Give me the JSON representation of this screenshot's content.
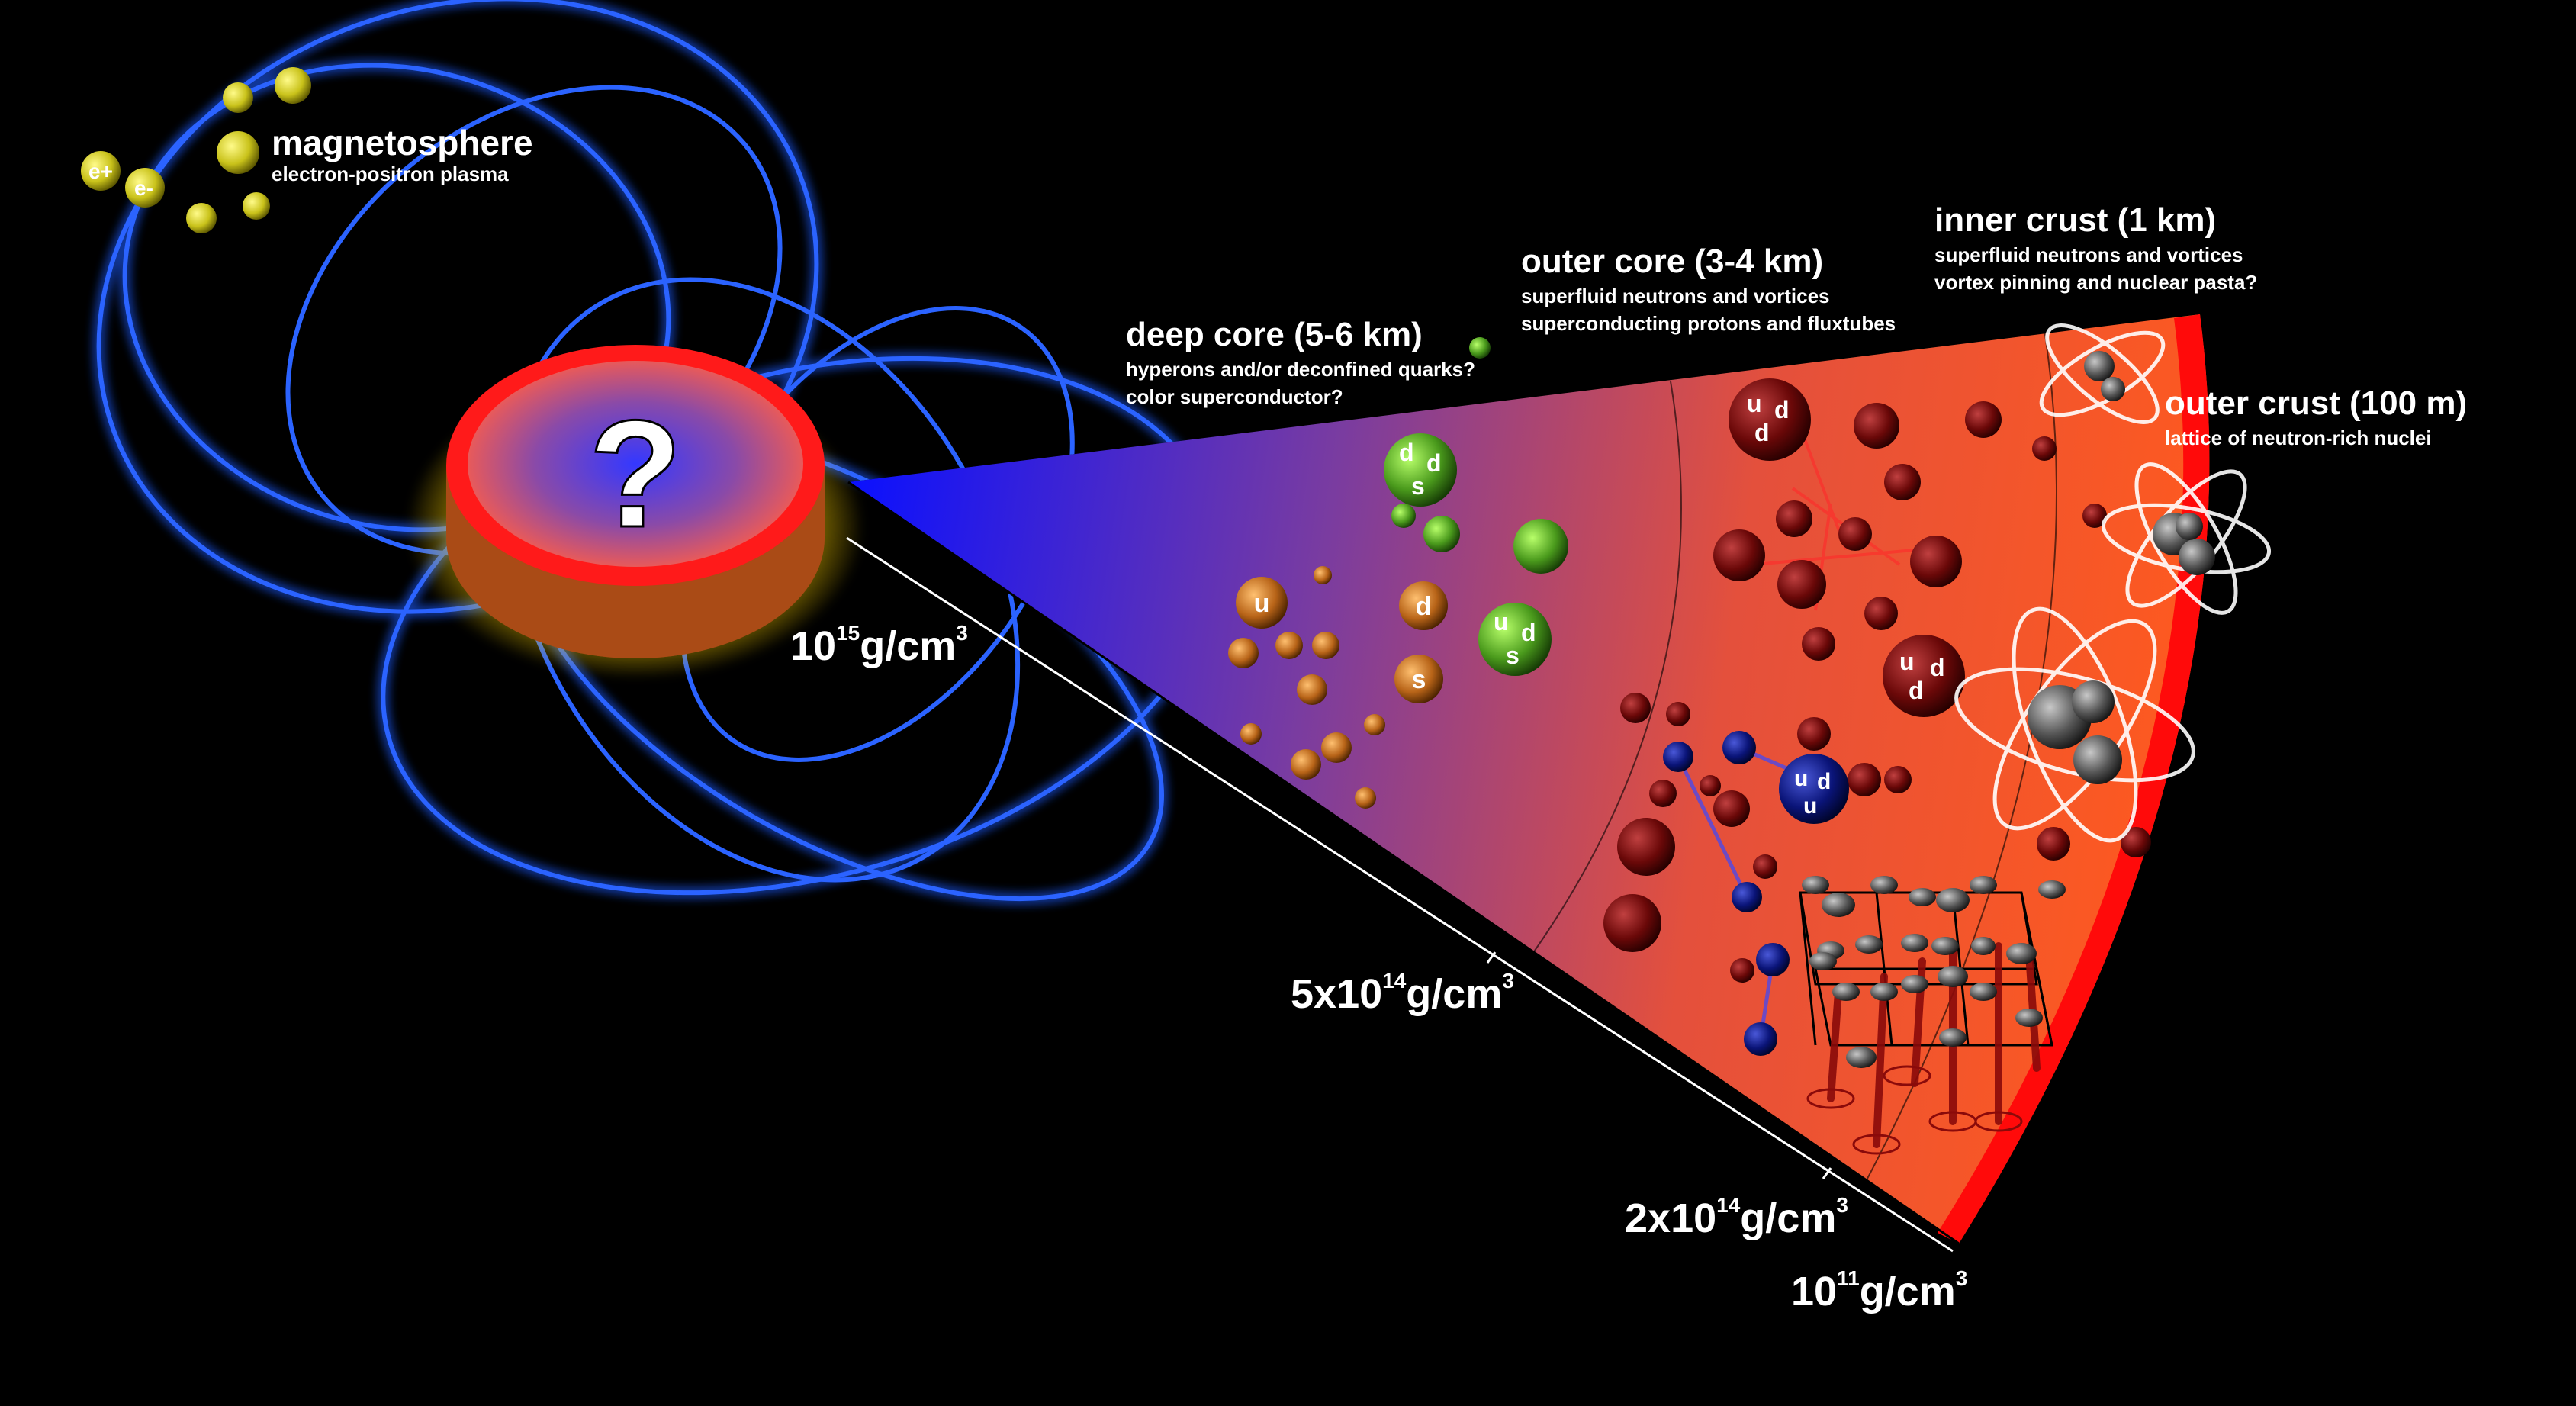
{
  "magnetosphere": {
    "title": "magnetosphere",
    "subtitle": "electron-positron plasma",
    "particles": [
      "e+",
      "e-"
    ]
  },
  "star": {
    "mark": "?"
  },
  "regions": {
    "deep_core": {
      "title": "deep core (5-6 km)",
      "lines": [
        "hyperons and/or deconfined quarks?",
        "color superconductor?"
      ]
    },
    "outer_core": {
      "title": "outer core (3-4 km)",
      "lines": [
        "superfluid neutrons and vortices",
        "superconducting protons and fluxtubes"
      ]
    },
    "inner_crust": {
      "title": "inner crust (1 km)",
      "lines": [
        "superfluid neutrons and vortices",
        "vortex pinning and nuclear pasta?"
      ]
    },
    "outer_crust": {
      "title": "outer crust (100 m)",
      "lines": [
        "lattice of neutron-rich nuclei"
      ]
    }
  },
  "densities": [
    {
      "base": "10",
      "exp": "15",
      "unit": "g/cm",
      "unit_exp": "3"
    },
    {
      "base": "5x10",
      "exp": "14",
      "unit": "g/cm",
      "unit_exp": "3"
    },
    {
      "base": "2x10",
      "exp": "14",
      "unit": "g/cm",
      "unit_exp": "3"
    },
    {
      "base": "10",
      "exp": "11",
      "unit": "g/cm",
      "unit_exp": "3"
    }
  ],
  "quark_labels": {
    "hyperon_dds": [
      "d",
      "d",
      "s"
    ],
    "hyperon_uds": [
      "u",
      "d",
      "s"
    ],
    "quark_u": "u",
    "quark_d": "d",
    "quark_s": "s",
    "neutron_udd_1": [
      "u",
      "d",
      "d"
    ],
    "neutron_udd_2": [
      "u",
      "d",
      "d"
    ],
    "proton_uud": [
      "u",
      "d",
      "u"
    ]
  },
  "colors": {
    "field_lines": "#1e5bff",
    "wedge_start": "#1010ff",
    "wedge_end": "#ff5a1e",
    "crust_edge": "#ff1010",
    "hyperon": "#4ca01e",
    "quark": "#c8701e",
    "neutron": "#7a0a0a",
    "proton": "#0a0a7a",
    "positron": "#d9d91c"
  }
}
